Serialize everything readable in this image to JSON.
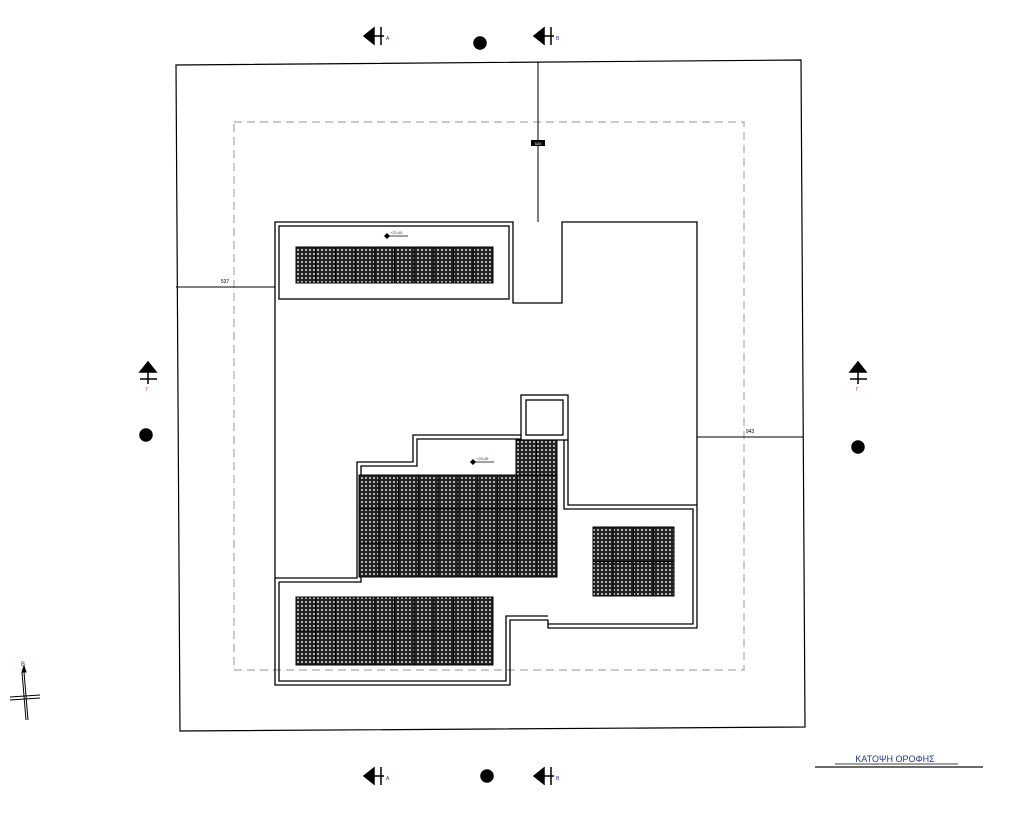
{
  "drawing": {
    "title": "ΚΑΤΟΨΗ ΟΡΟΦΗΣ",
    "dimensions": {
      "left": "537",
      "right": "943",
      "top": "520"
    },
    "elevations": [
      "+23.45",
      "+23.45"
    ],
    "sections": {
      "a": "A",
      "b": "B",
      "g": "Γ"
    },
    "north_label": "B",
    "panel_arrays": [
      {
        "name": "top-left-array",
        "cols": 10,
        "rows": 1
      },
      {
        "name": "center-array",
        "cols": 10,
        "rows": 3
      },
      {
        "name": "center-extra-array",
        "cols": 2,
        "rows": 1
      },
      {
        "name": "right-array",
        "cols": 4,
        "rows": 2
      },
      {
        "name": "bottom-left-array",
        "cols": 10,
        "rows": 2
      }
    ],
    "colors": {
      "line": "#000000",
      "dashed": "#a0a0a0",
      "label": "#1a3a8a"
    }
  }
}
